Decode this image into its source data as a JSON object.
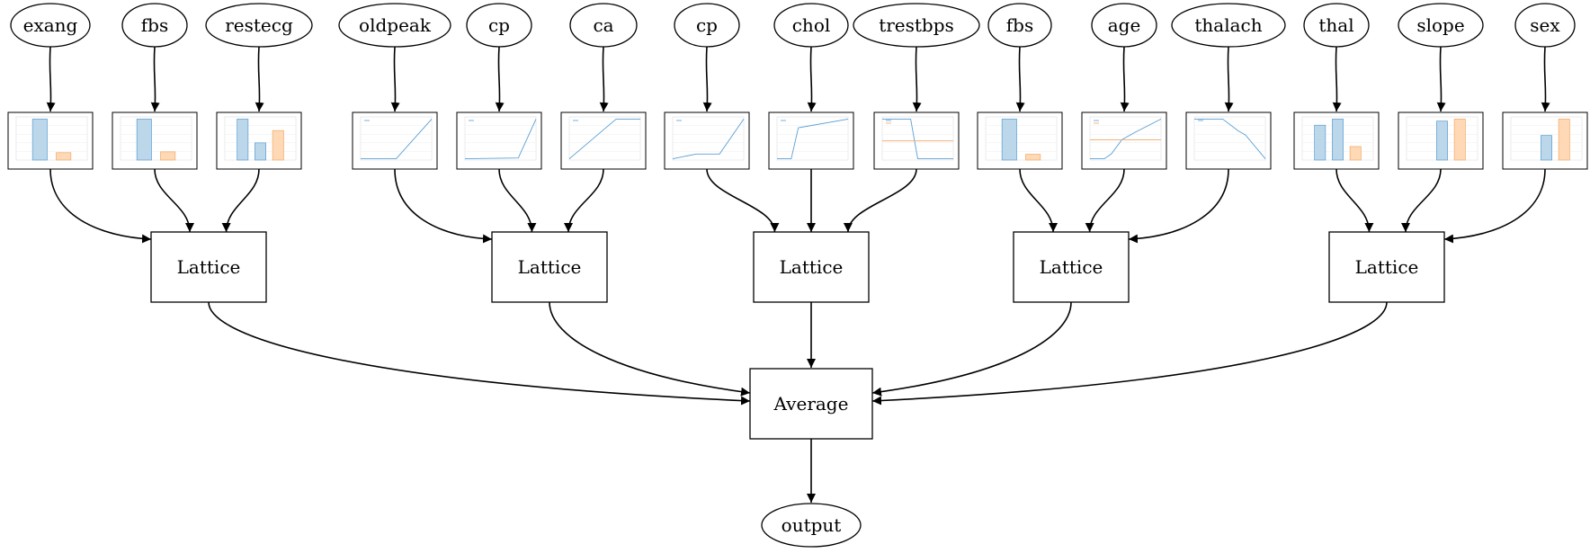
{
  "features": [
    {
      "label": "exang",
      "plot": "bar",
      "bars": [
        1.0,
        0.18
      ]
    },
    {
      "label": "fbs",
      "plot": "bar",
      "bars": [
        1.0,
        0.2
      ]
    },
    {
      "label": "restecg",
      "plot": "bar",
      "bars": [
        1.0,
        0.42,
        0.72
      ]
    },
    {
      "label": "oldpeak",
      "plot": "line",
      "line": [
        [
          0,
          0
        ],
        [
          0.5,
          0
        ],
        [
          1,
          1
        ]
      ]
    },
    {
      "label": "cp",
      "plot": "line",
      "line": [
        [
          0,
          0
        ],
        [
          0.75,
          0.02
        ],
        [
          1,
          1
        ]
      ]
    },
    {
      "label": "ca",
      "plot": "line",
      "line": [
        [
          0,
          0
        ],
        [
          0.66,
          1
        ],
        [
          1,
          1
        ]
      ]
    },
    {
      "label": "cp",
      "plot": "line",
      "line": [
        [
          0,
          0
        ],
        [
          0.33,
          0.12
        ],
        [
          0.66,
          0.12
        ],
        [
          1,
          1
        ]
      ]
    },
    {
      "label": "chol",
      "plot": "line",
      "line": [
        [
          0,
          0
        ],
        [
          0.2,
          0
        ],
        [
          0.3,
          0.78
        ],
        [
          1,
          1
        ]
      ]
    },
    {
      "label": "trestbps",
      "plot": "line",
      "line": [
        [
          0,
          1
        ],
        [
          0.4,
          1
        ],
        [
          0.5,
          0
        ],
        [
          1,
          0
        ]
      ],
      "line2": [
        [
          0,
          0.45
        ],
        [
          1,
          0.45
        ]
      ]
    },
    {
      "label": "fbs",
      "plot": "bar",
      "bars": [
        1.0,
        0.14
      ]
    },
    {
      "label": "age",
      "plot": "line",
      "line": [
        [
          0,
          0
        ],
        [
          0.2,
          0
        ],
        [
          0.3,
          0.12
        ],
        [
          0.45,
          0.48
        ],
        [
          0.65,
          0.68
        ],
        [
          1,
          1
        ]
      ],
      "line2": [
        [
          0,
          0.48
        ],
        [
          1,
          0.48
        ]
      ]
    },
    {
      "label": "thalach",
      "plot": "line",
      "line": [
        [
          0,
          1
        ],
        [
          0.4,
          1
        ],
        [
          0.62,
          0.7
        ],
        [
          0.72,
          0.6
        ],
        [
          1,
          0
        ]
      ]
    },
    {
      "label": "thal",
      "plot": "bar",
      "bars": [
        0.85,
        1.0,
        0.33
      ]
    },
    {
      "label": "slope",
      "plot": "bar",
      "bars": [
        0,
        0.95,
        1.0
      ]
    },
    {
      "label": "sex",
      "plot": "bar",
      "bars": [
        0,
        0.6,
        1.0
      ]
    }
  ],
  "lattices": [
    {
      "label": "Lattice",
      "inputs": [
        0,
        1,
        2
      ]
    },
    {
      "label": "Lattice",
      "inputs": [
        3,
        4,
        5
      ]
    },
    {
      "label": "Lattice",
      "inputs": [
        6,
        7,
        8
      ]
    },
    {
      "label": "Lattice",
      "inputs": [
        9,
        10,
        11
      ]
    },
    {
      "label": "Lattice",
      "inputs": [
        12,
        13,
        14
      ]
    }
  ],
  "average": {
    "label": "Average"
  },
  "output": {
    "label": "output"
  },
  "colors": {
    "primary_fill": "#bcd6ea",
    "primary_stroke": "#5a9fd4",
    "secondary_fill": "#ffd9b5",
    "secondary_stroke": "#f0a868"
  }
}
